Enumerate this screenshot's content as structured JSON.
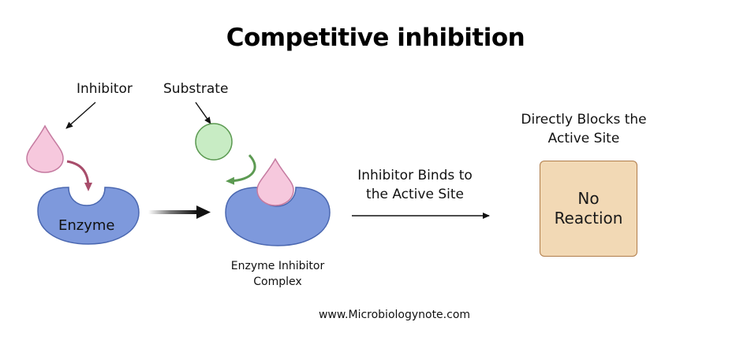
{
  "title": "Competitive inhibition",
  "labels": {
    "inhibitor": "Inhibitor",
    "substrate": "Substrate",
    "enzyme": "Enzyme",
    "complex_line1": "Enzyme Inhibitor",
    "complex_line2": "Complex",
    "step_line1": "Inhibitor Binds to",
    "step_line2": "the Active Site",
    "result_line1": "Directly Blocks the",
    "result_line2": "Active Site"
  },
  "result_box": {
    "line1": "No",
    "line2": "Reaction"
  },
  "source": "www.Microbiologynote.com",
  "colors": {
    "enzyme_fill": "#7e99dc",
    "enzyme_stroke": "#4a67b0",
    "inhibitor_fill": "#f6c8dd",
    "inhibitor_stroke": "#c57aa0",
    "substrate_fill": "#c8ecc4",
    "substrate_stroke": "#5c9a52",
    "inhibitor_arrow": "#a84d6b",
    "substrate_arrow": "#5c9a52",
    "box_fill": "#f2d9b5",
    "box_stroke": "#b07c4a"
  }
}
